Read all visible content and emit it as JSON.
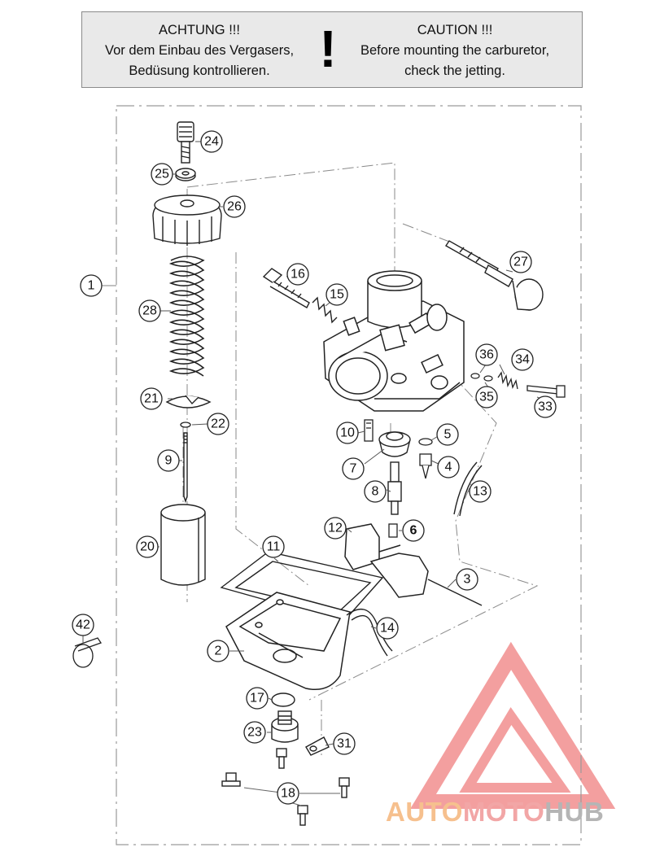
{
  "warning": {
    "left_lines": [
      "ACHTUNG !!!",
      "Vor dem Einbau des Vergasers,",
      "Bedüsung kontrollieren."
    ],
    "mark": "!",
    "right_lines": [
      "CAUTION !!!",
      "Before mounting the carburetor,",
      "check the jetting."
    ]
  },
  "callouts": [
    "1",
    "2",
    "3",
    "4",
    "5",
    "6",
    "7",
    "8",
    "9",
    "10",
    "11",
    "12",
    "13",
    "14",
    "15",
    "16",
    "17",
    "18",
    "20",
    "21",
    "22",
    "23",
    "24",
    "25",
    "26",
    "27",
    "28",
    "31",
    "33",
    "34",
    "35",
    "36",
    "42"
  ],
  "watermark": {
    "part1": "AUTO",
    "part2": "MOTO",
    "part3": "HUB",
    "colors": {
      "auto": "#f6c08e",
      "moto": "#f2a6a6",
      "hub": "#b5b5b5",
      "logo": "#f08080"
    }
  }
}
